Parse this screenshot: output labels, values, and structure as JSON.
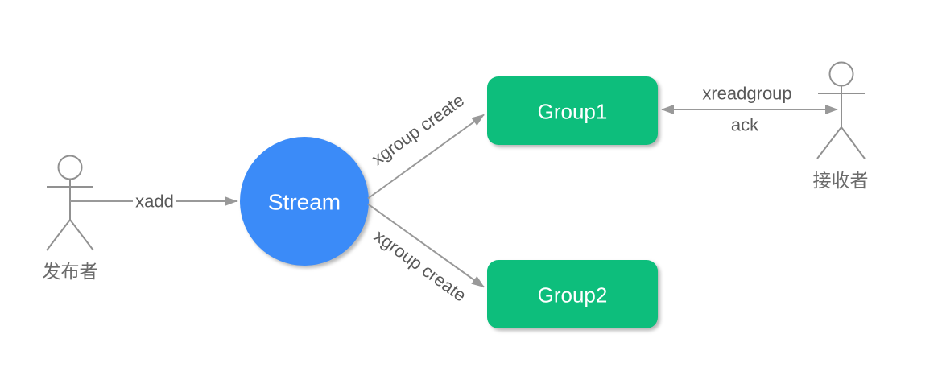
{
  "diagram": {
    "colors": {
      "background": "#ffffff",
      "stream_node_fill": "#3b8bf8",
      "group_node_fill": "#0dbe7c",
      "connector": "#999999",
      "edge_label_text": "#595959",
      "node_text": "#ffffff"
    },
    "actors": {
      "publisher": {
        "label": "发布者"
      },
      "receiver": {
        "label": "接收者"
      }
    },
    "nodes": {
      "stream": {
        "label": "Stream",
        "shape": "circle"
      },
      "group1": {
        "label": "Group1",
        "shape": "rounded-rect"
      },
      "group2": {
        "label": "Group2",
        "shape": "rounded-rect"
      }
    },
    "edges": {
      "xadd": {
        "label": "xadd",
        "from": "发布者",
        "to": "Stream",
        "bidirectional": false
      },
      "xgroup_create_top": {
        "label": "xgroup create",
        "from": "Stream",
        "to": "Group1",
        "bidirectional": false
      },
      "xgroup_create_bottom": {
        "label": "xgroup create",
        "from": "Stream",
        "to": "Group2",
        "bidirectional": false
      },
      "xreadgroup_ack": {
        "label_top": "xreadgroup",
        "label_bottom": "ack",
        "from": "Group1",
        "to": "接收者",
        "bidirectional": true
      }
    }
  }
}
